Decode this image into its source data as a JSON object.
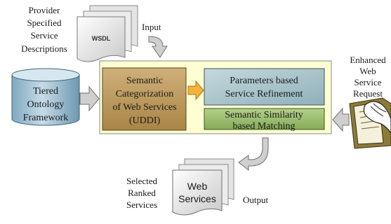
{
  "labels": {
    "provider": [
      "Provider",
      "Specified",
      "Service",
      "Descriptions"
    ],
    "input": "Input",
    "wsdl": "WSDL",
    "ontology": [
      "Tiered",
      "Ontology",
      "Framework"
    ],
    "categorization": [
      "Semantic",
      "Categorization",
      "of Web Services",
      "(UDDI)"
    ],
    "refinement": [
      "Parameters based",
      "Service Refinement"
    ],
    "matching": [
      "Semantic Similarity",
      "based Matching"
    ],
    "request": [
      "Enhanced",
      "Web",
      "Service",
      "Request"
    ],
    "selected": [
      "Selected",
      "Ranked",
      "Services"
    ],
    "web_services": [
      "Web",
      "Services"
    ],
    "output": "Output"
  }
}
